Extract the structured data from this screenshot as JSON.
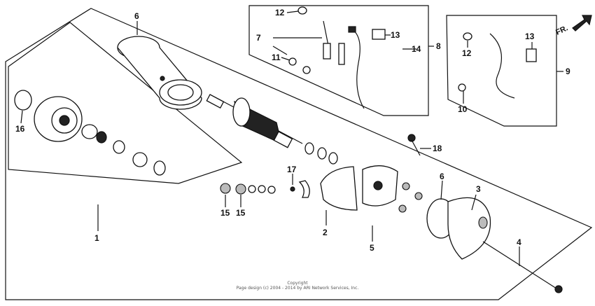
{
  "direction": {
    "label": "FR."
  },
  "callouts": [
    "1",
    "2",
    "3",
    "4",
    "5",
    "6",
    "6",
    "7",
    "8",
    "9",
    "10",
    "11",
    "12",
    "12",
    "13",
    "13",
    "14",
    "15",
    "15",
    "16",
    "17",
    "18"
  ],
  "copyright": {
    "line1": "Copyright",
    "line2": "Page design (c) 2004 - 2014 by ARI Network Services, Inc."
  }
}
